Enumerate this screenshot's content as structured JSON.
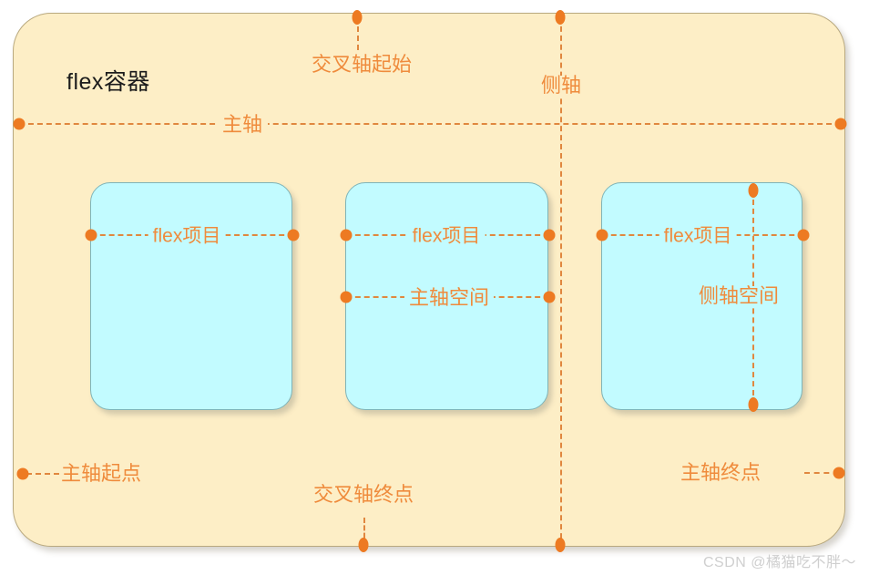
{
  "diagram": {
    "title": "flex容器",
    "watermark": "CSDN @橘猫吃不胖～",
    "colors": {
      "container_bg": "#fdeec6",
      "container_border": "#b9a97f",
      "item_bg": "#c2fbff",
      "item_border": "#7fb4b8",
      "accent": "#ed7a22",
      "label_text": "#ef8b3c",
      "title_text": "#1c1c1c",
      "watermark_text": "#cfcfcf"
    },
    "labels": {
      "cross_axis_start": "交叉轴起始",
      "cross_axis_end": "交叉轴终点",
      "side_axis": "侧轴",
      "main_axis": "主轴",
      "main_axis_start": "主轴起点",
      "main_axis_end": "主轴终点",
      "main_axis_space": "主轴空间",
      "side_axis_space": "侧轴空间"
    },
    "items": [
      {
        "label": "flex项目"
      },
      {
        "label": "flex项目"
      },
      {
        "label": "flex项目"
      }
    ]
  }
}
